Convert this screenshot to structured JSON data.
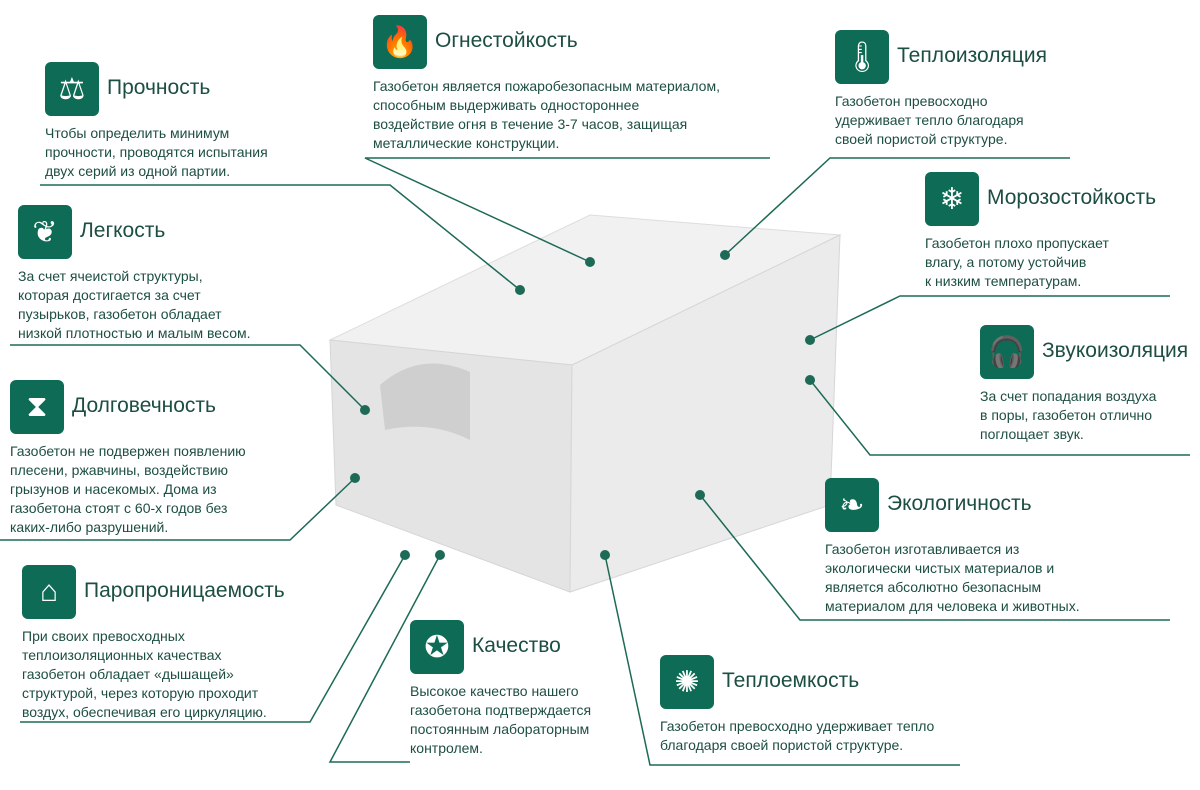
{
  "colors": {
    "accent": "#0e6b55",
    "text": "#1d4e42"
  },
  "features": [
    {
      "id": "strength",
      "icon": "weight-icon",
      "glyph": "⚖",
      "title": "Прочность",
      "lines": [
        "Чтобы определить минимум",
        "прочности, проводятся испытания",
        "двух серий из одной партии."
      ]
    },
    {
      "id": "lightness",
      "icon": "feather-icon",
      "glyph": "❦",
      "title": "Легкость",
      "lines": [
        "За счет ячеистой структуры,",
        "которая достигается за счет",
        "пузырьков, газобетон обладает",
        "низкой плотностью и малым весом."
      ]
    },
    {
      "id": "durability",
      "icon": "hourglass-icon",
      "glyph": "⧗",
      "title": "Долговечность",
      "lines": [
        "Газобетон не подвержен появлению",
        "плесени, ржавчины, воздействию",
        "грызунов и насекомых. Дома из",
        "газобетона стоят с 60-х годов без",
        "каких-либо разрушений."
      ]
    },
    {
      "id": "vapor",
      "icon": "house-arrows-icon",
      "glyph": "⌂",
      "title": "Паропроницаемость",
      "lines": [
        "При своих превосходных",
        "теплоизоляционных качествах",
        "газобетон обладает «дышащей»",
        "структурой, через которую проходит",
        "воздух, обеспечивая его циркуляцию."
      ]
    },
    {
      "id": "quality",
      "icon": "quality-badge-icon",
      "glyph": "✪",
      "title": "Качество",
      "lines": [
        "Высокое качество нашего",
        "газобетона подтверждается",
        "постоянным лабораторным",
        "контролем."
      ]
    },
    {
      "id": "heatcap",
      "icon": "bulb-icon",
      "glyph": "✺",
      "title": "Теплоемкость",
      "lines": [
        "Газобетон превосходно удерживает тепло",
        "благодаря своей пористой структуре."
      ]
    },
    {
      "id": "eco",
      "icon": "leaf-icon",
      "glyph": "❧",
      "title": "Экологичность",
      "lines": [
        "Газобетон изготавливается из",
        "экологически чистых материалов и",
        "является абсолютно безопасным",
        "материалом для человека и животных."
      ]
    },
    {
      "id": "sound",
      "icon": "headphones-icon",
      "glyph": "🎧",
      "title": "Звукоизоляция",
      "lines": [
        "За счет попадания воздуха",
        "в поры, газобетон отлично",
        "поглощает звук."
      ]
    },
    {
      "id": "frost",
      "icon": "snowflake-icon",
      "glyph": "❄",
      "title": "Морозостойкость",
      "lines": [
        "Газобетон плохо пропускает",
        "влагу, а потому устойчив",
        "к низким температурам."
      ]
    },
    {
      "id": "thermal",
      "icon": "thermometer-icon",
      "glyph": "🌡",
      "title": "Теплоизоляция",
      "lines": [
        "Газобетон превосходно",
        "удерживает тепло благодаря",
        "своей пористой структуре."
      ]
    },
    {
      "id": "fire",
      "icon": "fire-icon",
      "glyph": "🔥",
      "title": "Огнестойкость",
      "lines": [
        "Газобетон является пожаробезопасным материалом,",
        "способным выдерживать одностороннее",
        "воздействие огня в течение 3-7 часов, защищая",
        "металлические конструкции."
      ]
    }
  ]
}
